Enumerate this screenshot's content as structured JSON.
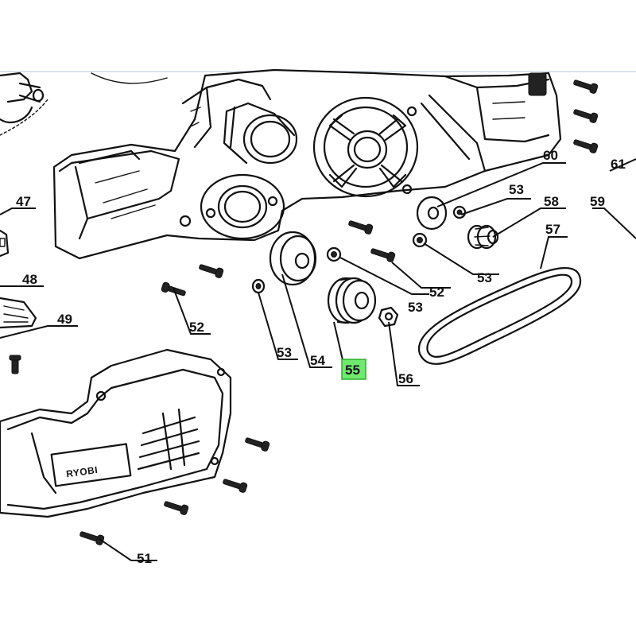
{
  "brand_text": "RYOBI",
  "highlight_color": "#6fea6f",
  "callouts": {
    "c47": "47",
    "c48": "48",
    "c49": "49",
    "c51": "51",
    "c52a": "52",
    "c52b": "52",
    "c53a": "53",
    "c53b": "53",
    "c53c": "53",
    "c53d": "53",
    "c54": "54",
    "c55": "55",
    "c56": "56",
    "c57": "57",
    "c58": "58",
    "c59": "59",
    "c60": "60",
    "c61": "61"
  }
}
